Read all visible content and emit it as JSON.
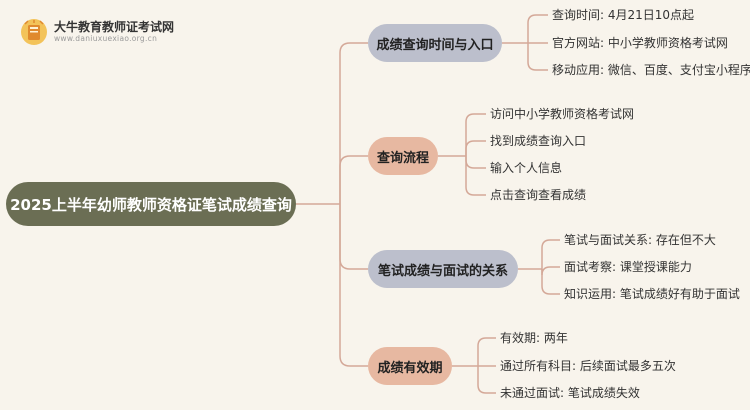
{
  "logo": {
    "name": "大牛教育教师证考试网",
    "url": "www.daniuxuexiao.org.cn"
  },
  "root": {
    "label": "2025上半年幼师教师资格证笔试成绩查询"
  },
  "branches": [
    {
      "label": "成绩查询时间与入口",
      "leaves": [
        "查询时间: 4月21日10点起",
        "官方网站: 中小学教师资格考试网",
        "移动应用: 微信、百度、支付宝小程序"
      ]
    },
    {
      "label": "查询流程",
      "leaves": [
        "访问中小学教师资格考试网",
        "找到成绩查询入口",
        "输入个人信息",
        "点击查询查看成绩"
      ]
    },
    {
      "label": "笔试成绩与面试的关系",
      "leaves": [
        "笔试与面试关系: 存在但不大",
        "面试考察: 课堂授课能力",
        "知识运用: 笔试成绩好有助于面试"
      ]
    },
    {
      "label": "成绩有效期",
      "leaves": [
        "有效期: 两年",
        "通过所有科目: 后续面试最多五次",
        "未通过面试: 笔试成绩失效"
      ]
    }
  ],
  "colors": {
    "background": "#f8f4ec",
    "root": "#6b6e54",
    "branch_gray": "#bcbfcc",
    "branch_peach": "#e7b8a1",
    "connector": "#d4a898"
  }
}
